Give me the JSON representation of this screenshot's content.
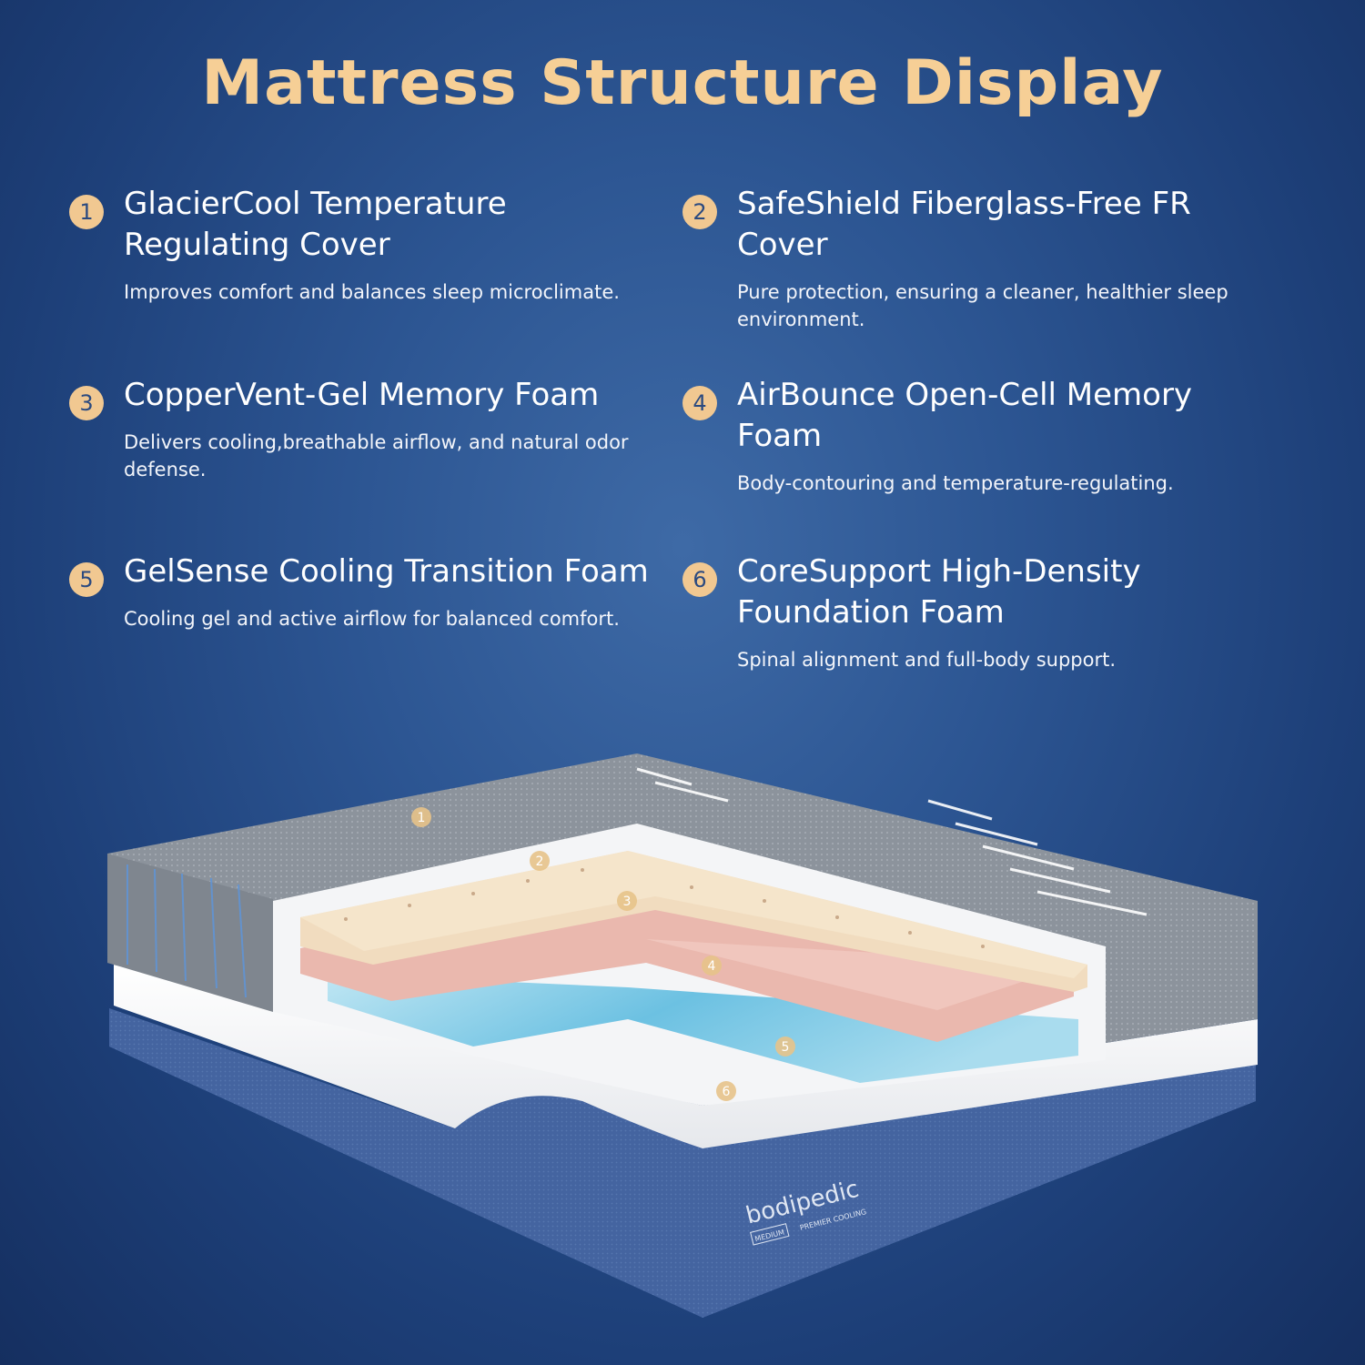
{
  "title": "Mattress Structure Display",
  "features": [
    {
      "number": "1",
      "name": "GlacierCool Temperature Regulating Cover",
      "description": "Improves comfort and balances sleep microclimate."
    },
    {
      "number": "2",
      "name": "SafeShield Fiberglass-Free FR Cover",
      "description": "Pure protection, ensuring a cleaner, healthier sleep environment."
    },
    {
      "number": "3",
      "name": "CopperVent-Gel Memory Foam",
      "description": "Delivers cooling,breathable airflow, and natural odor defense."
    },
    {
      "number": "4",
      "name": "AirBounce Open-Cell Memory Foam",
      "description": "Body-contouring and temperature-regulating."
    },
    {
      "number": "5",
      "name": "GelSense Cooling Transition Foam",
      "description": "Cooling gel and active airflow for balanced comfort."
    },
    {
      "number": "6",
      "name": "CoreSupport High-Density Foundation Foam",
      "description": "Spinal alignment and full-body support."
    }
  ],
  "layer_markers": [
    "1",
    "2",
    "3",
    "4",
    "5",
    "6"
  ],
  "brand": {
    "logo": "bodipedic",
    "firmness": "MEDIUM",
    "line": "PREMIER COOLING"
  },
  "colors": {
    "title": "#f6cf96",
    "badge": "#f1c891",
    "background": "#2c5592",
    "base_fabric": "#41619a",
    "cover_gray": "#8e949c",
    "foam_cream": "#f1dcbf",
    "foam_pink": "#eab8ae",
    "gel_blue": "#7fc8e4"
  }
}
